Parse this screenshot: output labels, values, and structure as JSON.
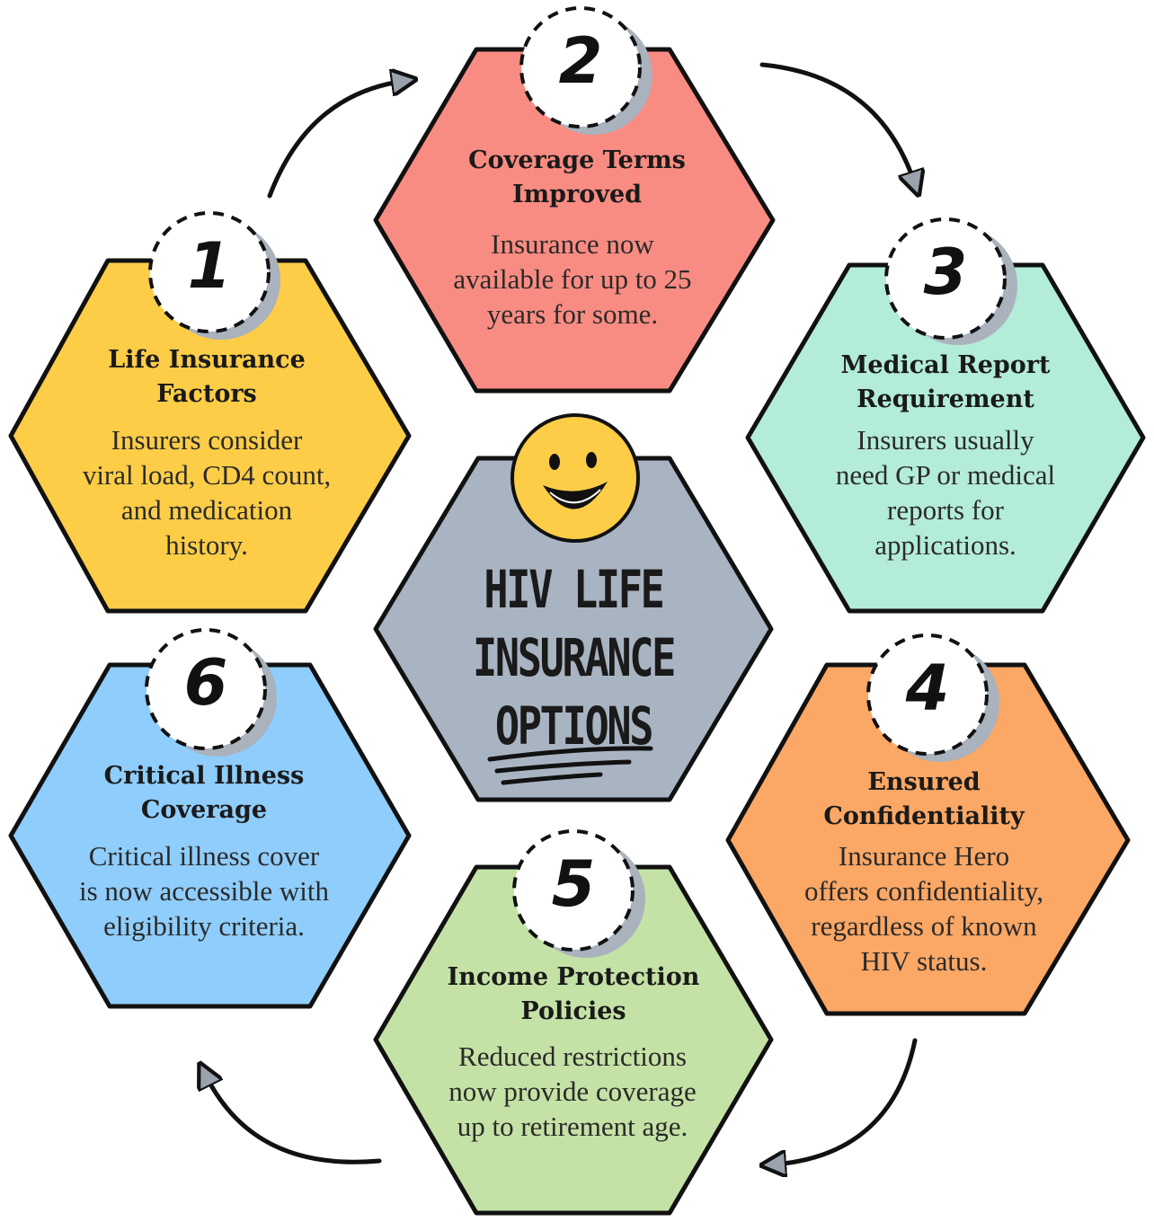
{
  "center": {
    "title_lines": [
      "HIV LIFE",
      "INSURANCE",
      "OPTIONS"
    ],
    "icon": "smiley-face-icon",
    "color": "#a9b4c2"
  },
  "steps": [
    {
      "number": "1",
      "title": "Life Insurance Factors",
      "title_lines": [
        "Life Insurance",
        "Factors"
      ],
      "desc_lines": [
        "Insurers consider",
        "viral load, CD4 count,",
        "and medication",
        "history."
      ],
      "color": "#fdcd48"
    },
    {
      "number": "2",
      "title": "Coverage Terms Improved",
      "title_lines": [
        "Coverage Terms",
        "Improved"
      ],
      "desc_lines": [
        "Insurance now",
        "available for up to 25",
        "years for some."
      ],
      "color": "#f98c82"
    },
    {
      "number": "3",
      "title": "Medical Report Requirement",
      "title_lines": [
        "Medical Report",
        "Requirement"
      ],
      "desc_lines": [
        "Insurers usually",
        "need GP or medical",
        "reports for",
        "applications."
      ],
      "color": "#b3ecd7"
    },
    {
      "number": "4",
      "title": "Ensured Confidentiality",
      "title_lines": [
        "Ensured",
        "Confidentiality"
      ],
      "desc_lines": [
        "Insurance Hero",
        "offers confidentiality,",
        "regardless of known",
        "HIV status."
      ],
      "color": "#fba765"
    },
    {
      "number": "5",
      "title": "Income Protection Policies",
      "title_lines": [
        "Income Protection",
        "Policies"
      ],
      "desc_lines": [
        "Reduced restrictions",
        "now provide coverage",
        "up to retirement age."
      ],
      "color": "#c4e2a5"
    },
    {
      "number": "6",
      "title": "Critical Illness Coverage",
      "title_lines": [
        "Critical Illness",
        "Coverage"
      ],
      "desc_lines": [
        "Critical illness cover",
        "is now accessible with",
        "eligibility criteria."
      ],
      "color": "#8fcdfc"
    }
  ],
  "colors": {
    "outline": "#111111",
    "shadow": "#a9b2bd",
    "arrowhead": "#9aa3ad",
    "smiley": "#fdcd48"
  }
}
